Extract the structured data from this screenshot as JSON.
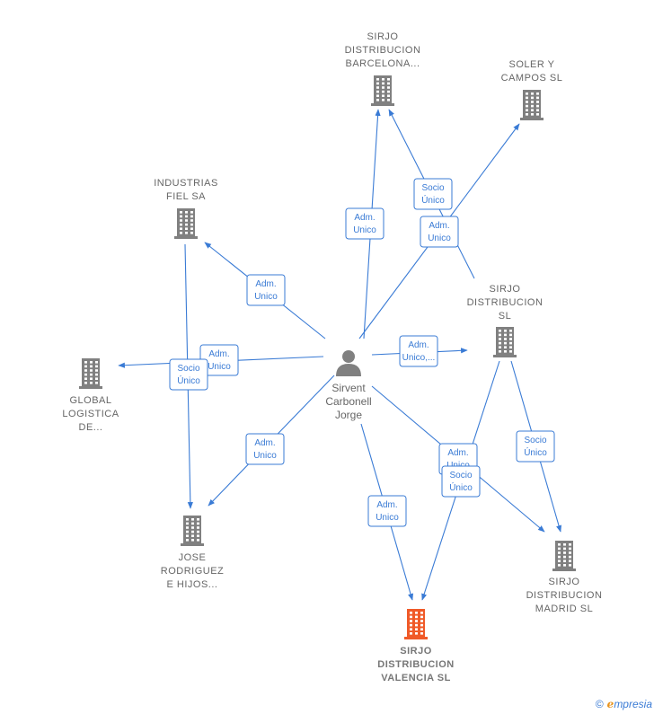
{
  "diagram": {
    "nodes": [
      {
        "id": "sirjo_bcn",
        "kind": "company",
        "lines": [
          "SIRJO",
          "DISTRIBUCION",
          "BARCELONA..."
        ]
      },
      {
        "id": "soler",
        "kind": "company",
        "lines": [
          "SOLER Y",
          "CAMPOS  SL"
        ]
      },
      {
        "id": "industrias",
        "kind": "company",
        "lines": [
          "INDUSTRIAS",
          "FIEL SA"
        ]
      },
      {
        "id": "sirjo_sl",
        "kind": "company",
        "lines": [
          "SIRJO",
          "DISTRIBUCION",
          "SL"
        ]
      },
      {
        "id": "global",
        "kind": "company",
        "lines": [
          "GLOBAL",
          "LOGISTICA",
          "DE..."
        ]
      },
      {
        "id": "person",
        "kind": "person",
        "lines": [
          "Sirvent",
          "Carbonell",
          "Jorge"
        ]
      },
      {
        "id": "jose",
        "kind": "company",
        "lines": [
          "JOSE",
          "RODRIGUEZ",
          "E HIJOS..."
        ]
      },
      {
        "id": "sirjo_mad",
        "kind": "company",
        "lines": [
          "SIRJO",
          "DISTRIBUCION",
          "MADRID  SL"
        ]
      },
      {
        "id": "sirjo_val",
        "kind": "company",
        "focus": true,
        "lines": [
          "SIRJO",
          "DISTRIBUCION",
          "VALENCIA  SL"
        ]
      }
    ],
    "edge_labels": [
      {
        "id": "e1",
        "lines": [
          "Adm.",
          "Unico"
        ]
      },
      {
        "id": "e2",
        "lines": [
          "Socio",
          "Único"
        ]
      },
      {
        "id": "e3",
        "lines": [
          "Adm.",
          "Unico"
        ]
      },
      {
        "id": "e4",
        "lines": [
          "Adm.",
          "Unico"
        ]
      },
      {
        "id": "e5",
        "lines": [
          "Adm.",
          "Unico"
        ]
      },
      {
        "id": "e6",
        "lines": [
          "Socio",
          "Único"
        ]
      },
      {
        "id": "e7",
        "lines": [
          "Adm.",
          "Unico,..."
        ]
      },
      {
        "id": "e8",
        "lines": [
          "Adm.",
          "Unico"
        ]
      },
      {
        "id": "e9",
        "lines": [
          "Socio",
          "Único"
        ]
      },
      {
        "id": "e10",
        "lines": [
          "Adm.",
          "Unico"
        ]
      },
      {
        "id": "e11",
        "lines": [
          "Adm.",
          "Unico"
        ]
      },
      {
        "id": "e12",
        "lines": [
          "Socio",
          "Único"
        ]
      }
    ],
    "colors": {
      "edge": "#3a7bd5",
      "company": "#808080",
      "focus": "#f05a28",
      "person": "#808080"
    }
  },
  "footer": {
    "copyright": "©",
    "brand_initial": "e",
    "brand_rest": "mpresia"
  }
}
